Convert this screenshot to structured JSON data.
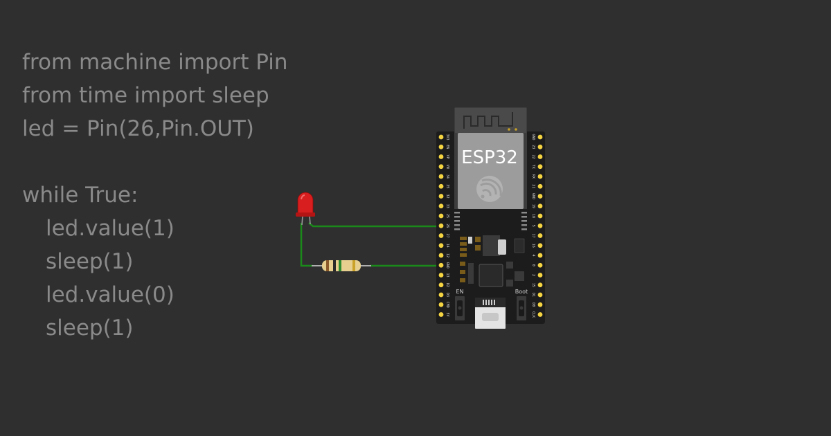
{
  "code": {
    "lines": [
      "from machine import Pin",
      "from time import sleep",
      "led = Pin(26,Pin.OUT)",
      "",
      "while True:",
      "led.value(1)",
      "sleep(1)",
      "led.value(0)",
      "sleep(1)"
    ]
  },
  "board": {
    "module_label": "ESP32",
    "en_label": "EN",
    "boot_label": "Boot",
    "left_pins": [
      "3V3",
      "EN",
      "VP",
      "VN",
      "34",
      "35",
      "32",
      "33",
      "25",
      "26",
      "27",
      "14",
      "12",
      "GND",
      "13",
      "D2",
      "D3",
      "CMD",
      "5V"
    ],
    "right_pins": [
      "GND",
      "23",
      "22",
      "TX",
      "RX",
      "21",
      "GND",
      "19",
      "18",
      "5",
      "17",
      "16",
      "4",
      "0",
      "2",
      "15",
      "D1",
      "D0",
      "CLK"
    ]
  },
  "colors": {
    "background": "#2f2f2f",
    "code_text": "#8a8a8a",
    "wire": "#1a8a1a",
    "led": "#d81e1e",
    "board": "#1c1c1c",
    "pin": "#f5d442"
  }
}
